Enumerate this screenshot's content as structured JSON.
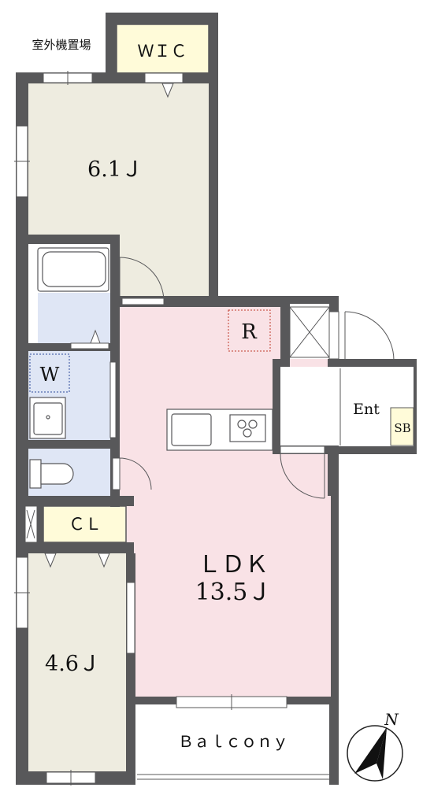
{
  "floor_plan": {
    "rooms": {
      "outdoor_unit": "室外機置場",
      "wic": "ＷＩＣ",
      "bedroom_1": "6.1Ｊ",
      "refrigerator": "R",
      "washer": "W",
      "entrance": "Ent",
      "shoe_box": "SB",
      "closet": "ＣＬ",
      "ldk_name": "ＬＤＫ",
      "ldk_size": "13.5Ｊ",
      "bedroom_2": "4.6Ｊ",
      "balcony": "Ｂａｌｃｏｎｙ"
    },
    "compass": {
      "north_label": "N"
    },
    "colors": {
      "wall": "#58585a",
      "bedroom_floor": "#eeece0",
      "ldk_floor": "#f9e2e6",
      "wet_area_floor": "#dfe6f5",
      "closet_floor": "#fffbd9",
      "white": "#ffffff"
    }
  }
}
